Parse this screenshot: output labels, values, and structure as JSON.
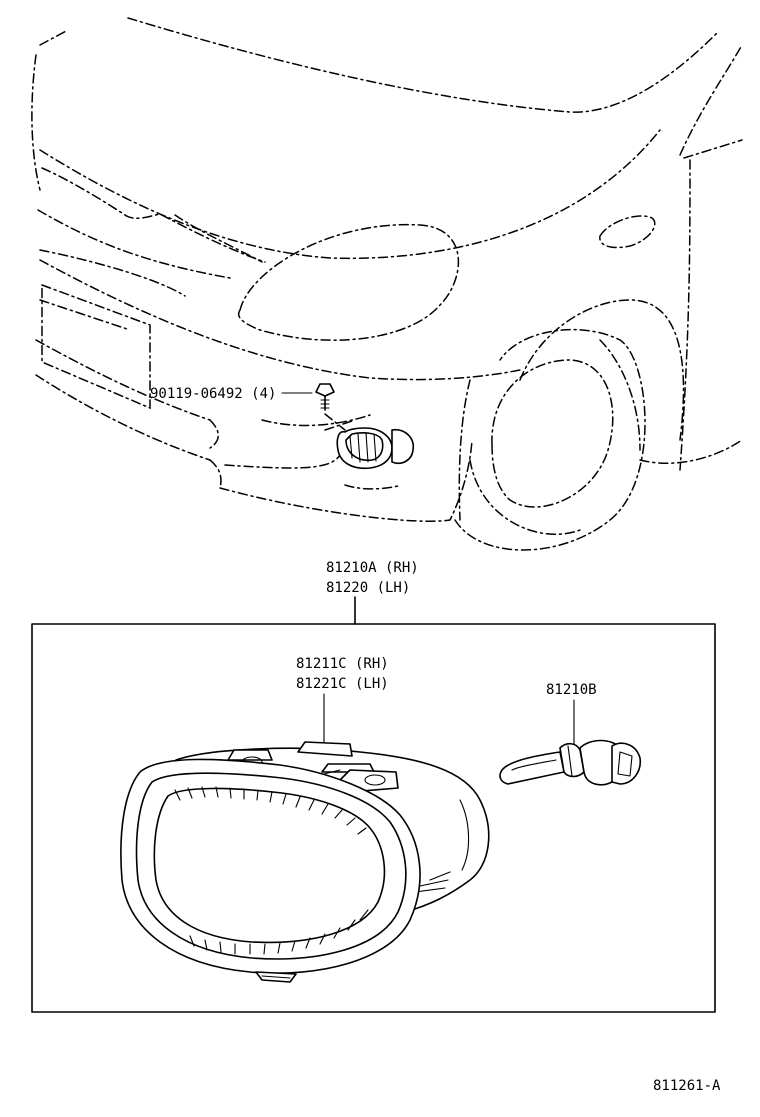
{
  "diagram": {
    "labels": {
      "bolt": "90119-06492 (4)",
      "assembly_rh": "81210A (RH)",
      "assembly_lh": "81220 (LH)",
      "unit_rh": "81211C (RH)",
      "unit_lh": "81221C (LH)",
      "bulb": "81210B",
      "figure_id": "811261-A"
    }
  }
}
